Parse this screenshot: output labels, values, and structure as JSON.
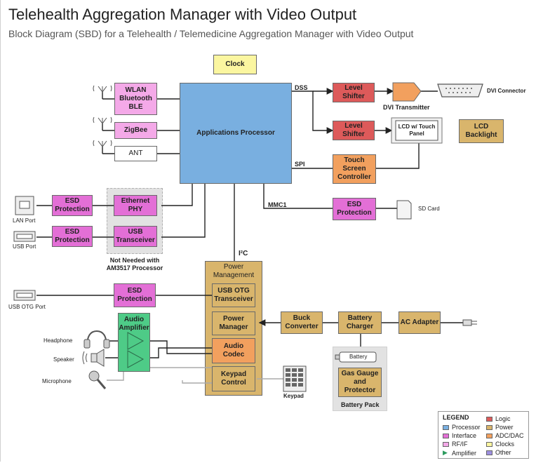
{
  "header": {
    "title": "Telehealth Aggregation Manager with Video Output",
    "subtitle": "Block Diagram (SBD) for a Telehealth / Telemedicine Aggregation Manager with Video Output"
  },
  "blocks": {
    "clock": "Clock",
    "wlan": "WLAN Bluetooth BLE",
    "zigbee": "ZigBee",
    "ant": "ANT",
    "apps_proc": "Applications Processor",
    "level_shifter_1": "Level Shifter",
    "level_shifter_2": "Level Shifter",
    "dvi_transmitter": "DVI Transmitter",
    "dvi_connector": "DVI Connector",
    "lcd_panel": "LCD w/ Touch Panel",
    "lcd_backlight": "LCD Backlight",
    "touch_ctrl": "Touch Screen Controller",
    "esd_lan": "ESD Protection",
    "esd_usb": "ESD Protection",
    "eth_phy": "Ethernet PHY",
    "usb_xcvr": "USB Transceiver",
    "not_needed": "Not Needed with AM3517 Processor",
    "esd_sd": "ESD Protection",
    "sd_card": "SD Card",
    "power_mgmt": "Power Management",
    "usb_otg_xcvr": "USB OTG Transceiver",
    "power_manager": "Power Manager",
    "audio_codec": "Audio Codec",
    "keypad_ctrl": "Keypad Control",
    "esd_otg": "ESD Protection",
    "audio_amp": "Audio Amplifier",
    "buck": "Buck Converter",
    "batt_charger": "Battery Charger",
    "ac_adapter": "AC Adapter",
    "battery": "Battery",
    "gas_gauge": "Gas Gauge and Protector",
    "battery_pack": "Battery Pack"
  },
  "labels": {
    "dss": "DSS",
    "spi": "SPI",
    "mmc1": "MMC1",
    "i2c": "I²C",
    "lan_port": "LAN Port",
    "usb_port": "USB Port",
    "usb_otg_port": "USB OTG Port",
    "headphone": "Headphone",
    "speaker": "Speaker",
    "microphone": "Microphone",
    "keypad": "Keypad"
  },
  "legend": {
    "title": "LEGEND",
    "items": [
      {
        "label": "Processor",
        "color": "#79afe0"
      },
      {
        "label": "Interface",
        "color": "#e36fd6"
      },
      {
        "label": "RF/IF",
        "color": "#f4a9e8"
      },
      {
        "label": "Amplifier",
        "color": "#4ecb87"
      },
      {
        "label": "Logic",
        "color": "#dd5a5a"
      },
      {
        "label": "Power",
        "color": "#d9b56c"
      },
      {
        "label": "ADC/DAC",
        "color": "#f2a05e"
      },
      {
        "label": "Clocks",
        "color": "#fbf6a0"
      },
      {
        "label": "Other",
        "color": "#9d8fe0"
      }
    ]
  }
}
